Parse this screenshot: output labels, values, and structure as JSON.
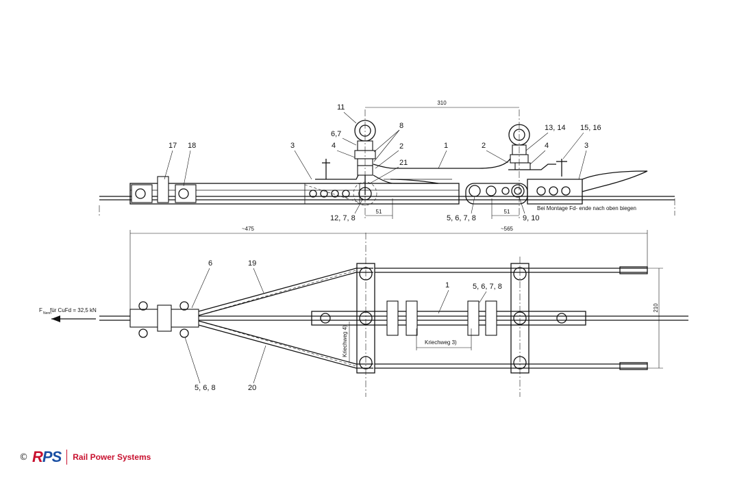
{
  "drawing": {
    "callouts_top": {
      "c11": "11",
      "c67": "6,7",
      "c8": "8",
      "c4l": "4",
      "c2l": "2",
      "c21": "21",
      "c3l": "3",
      "c17": "17",
      "c18": "18",
      "c1": "1",
      "c2r": "2",
      "c1314": "13, 14",
      "c4r": "4",
      "c1516": "15, 16",
      "c3r": "3",
      "c1278": "12, 7, 8",
      "c5678": "5, 6, 7, 8",
      "c910": "9, 10"
    },
    "dims_top": {
      "d310": "310",
      "d51a": "51",
      "d51b": "51"
    },
    "note_top": "Bei Montage Fd- ende nach oben biegen",
    "callouts_bottom": {
      "c6": "6",
      "c19": "19",
      "c1": "1",
      "c5678": "5, 6, 7, 8",
      "c568": "5, 6, 8",
      "c20": "20"
    },
    "dims_bottom": {
      "d475": "~475",
      "d565": "~565",
      "d210": "210"
    },
    "force_label": "F",
    "force_sub": "Nenn",
    "force_text": "für CuFd = 32,5 kN",
    "kriechweg3": "Kriechweg  3)",
    "kriechweg4": "Kriechweg 4)"
  },
  "footer": {
    "copyright": "©",
    "logo_r": "R",
    "logo_ps": "PS",
    "company": "Rail Power Systems"
  },
  "colors": {
    "brand_blue": "#1a4fa3",
    "brand_red": "#c8102e"
  }
}
